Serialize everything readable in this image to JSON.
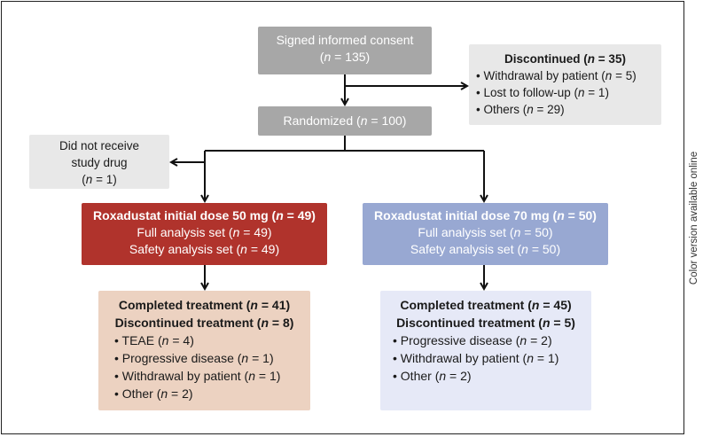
{
  "consent": {
    "title": "Signed informed consent",
    "n": "(n = 135)"
  },
  "randomized": {
    "label": "Randomized (n = 100)"
  },
  "discontinued": {
    "title": "Discontinued (n = 35)",
    "items": [
      "• Withdrawal by patient (n = 5)",
      "• Lost to follow-up (n = 1)",
      "• Others (n = 29)"
    ]
  },
  "no_drug": {
    "line1": "Did not receive",
    "line2": "study drug",
    "n": "(n = 1)"
  },
  "arm50": {
    "title": "Roxadustat initial dose 50 mg (n = 49)",
    "full": "Full analysis set (n = 49)",
    "safety": "Safety analysis set (n = 49)"
  },
  "arm70": {
    "title": "Roxadustat initial dose 70 mg (n = 50)",
    "full": "Full analysis set (n = 50)",
    "safety": "Safety analysis set (n = 50)"
  },
  "outcome50": {
    "completed": "Completed treatment (n = 41)",
    "discontinued": "Discontinued treatment (n = 8)",
    "items": [
      "• TEAE (n = 4)",
      "• Progressive disease (n = 1)",
      "• Withdrawal by patient (n = 1)",
      "• Other (n = 2)"
    ]
  },
  "outcome70": {
    "completed": "Completed treatment (n = 45)",
    "discontinued": "Discontinued treatment (n = 5)",
    "items": [
      "• Progressive disease (n = 2)",
      "• Withdrawal by patient (n = 1)",
      "• Other (n = 2)"
    ]
  },
  "side_note": "Color version available online",
  "colors": {
    "gray": "#a7a7a7",
    "light": "#e8e8e8",
    "red": "#b0332c",
    "blue": "#98a8d2",
    "peach": "#ecd2c1",
    "lavender": "#e6e9f7"
  }
}
